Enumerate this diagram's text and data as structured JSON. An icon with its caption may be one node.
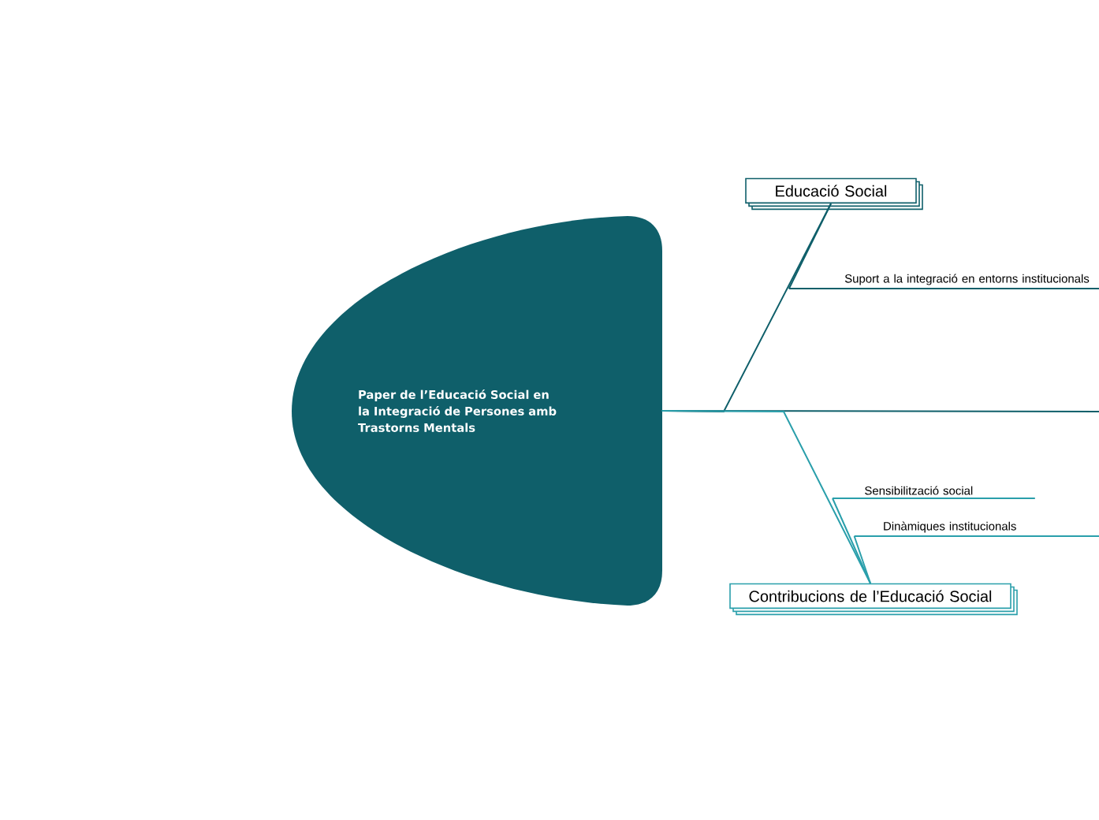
{
  "diagram": {
    "nodes": [
      {
        "text": [
          "Paper de l’Educació Social en la Integració de Persones amb Trastorns Mentals"
        ]
      },
      {
        "text": [
          "Educació Social"
        ]
      },
      {
        "text": [
          "Suport a la integració en entorns institucionals"
        ]
      },
      {
        "text": [
          "Sensibilització social"
        ]
      },
      {
        "text": [
          "Dinàmiques institucionals"
        ]
      },
      {
        "text": [
          "Contribucions de l’Educació Social"
        ]
      }
    ],
    "edges": [
      {
        "from": 0,
        "to": null,
        "arrow": "none",
        "color": "#0f5f6a"
      },
      {
        "from": 0,
        "to": 1,
        "arrow": "none",
        "color": "#0f5f6a"
      },
      {
        "from": 1,
        "to": 2,
        "arrow": "none",
        "color": "#0f5f6a"
      },
      {
        "from": 0,
        "to": 5,
        "arrow": "none",
        "color": "#2a9fab"
      },
      {
        "from": 5,
        "to": 3,
        "arrow": "none",
        "color": "#2a9fab"
      },
      {
        "from": 5,
        "to": 4,
        "arrow": "none",
        "color": "#2a9fab"
      }
    ]
  }
}
